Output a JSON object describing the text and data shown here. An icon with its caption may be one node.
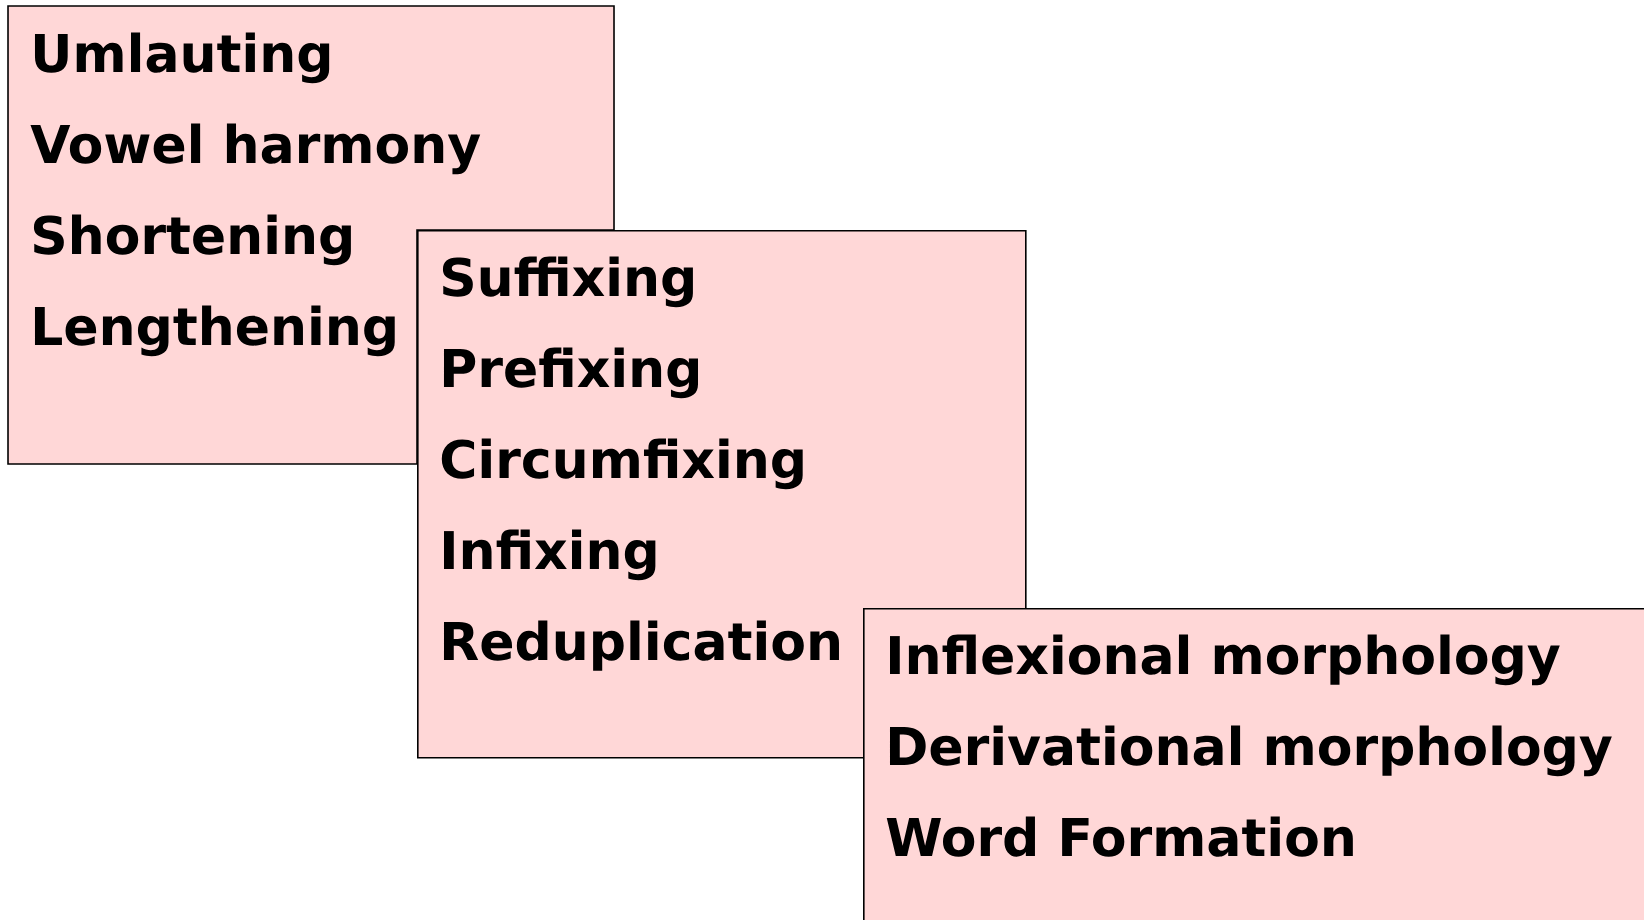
{
  "diagram": {
    "nodes": [
      {
        "text": [
          "Umlauting",
          "Vowel harmony",
          "Shortening",
          "Lengthening"
        ]
      },
      {
        "text": [
          "Suffixing",
          "Prefixing",
          "Circumfixing",
          "Infixing",
          "Reduplication"
        ]
      },
      {
        "text": [
          "Inflexional morphology",
          "Derivational morphology",
          "Word Formation"
        ]
      }
    ]
  }
}
